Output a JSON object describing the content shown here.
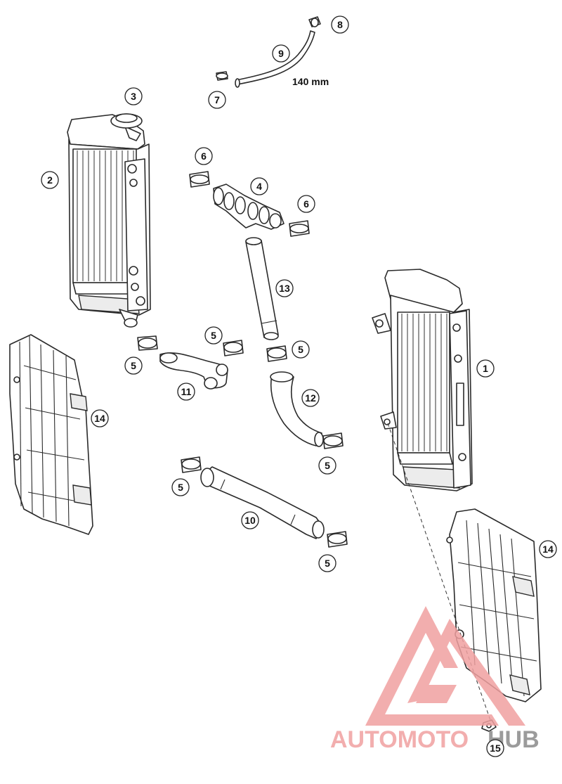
{
  "diagram": {
    "callouts": {
      "c1": "1",
      "c2": "2",
      "c3": "3",
      "c4": "4",
      "c5a": "5",
      "c5b": "5",
      "c5c": "5",
      "c5d": "5",
      "c5e": "5",
      "c5f": "5",
      "c6a": "6",
      "c6b": "6",
      "c7": "7",
      "c8": "8",
      "c9": "9",
      "c10": "10",
      "c11": "11",
      "c12": "12",
      "c13": "13",
      "c14a": "14",
      "c14b": "14",
      "c15": "15"
    },
    "dimension_label": "140 mm"
  },
  "watermark": {
    "part1": "AUTOMOTO",
    "part2": "HUB",
    "color_primary": "#f0a0a0",
    "color_part2": "#8a8a8a"
  }
}
